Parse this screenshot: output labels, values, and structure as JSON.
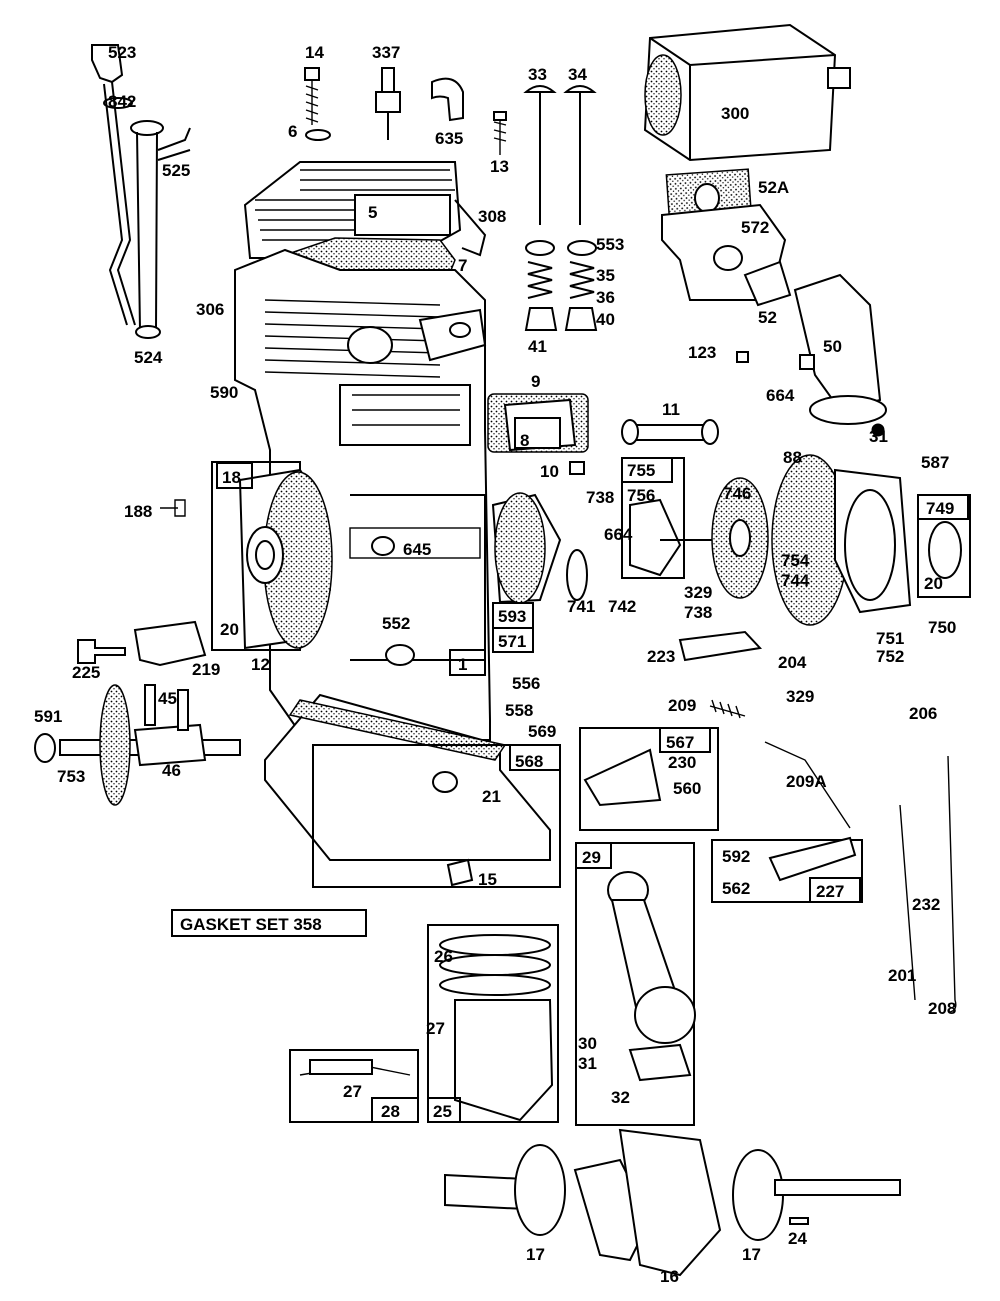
{
  "gasket_set": "GASKET SET 358",
  "part_labels": [
    "523",
    "842",
    "525",
    "524",
    "14",
    "6",
    "337",
    "635",
    "13",
    "33",
    "34",
    "300",
    "5",
    "308",
    "7",
    "306",
    "590",
    "553",
    "35",
    "36",
    "40",
    "41",
    "52A",
    "572",
    "52",
    "50",
    "123",
    "664",
    "31",
    "9",
    "8",
    "11",
    "10",
    "18",
    "188",
    "645",
    "755",
    "756",
    "746",
    "88",
    "587",
    "749",
    "738",
    "664",
    "754",
    "744",
    "20",
    "20",
    "593",
    "571",
    "741",
    "742",
    "329",
    "738",
    "750",
    "751",
    "752",
    "552",
    "1",
    "12",
    "225",
    "219",
    "223",
    "204",
    "329",
    "556",
    "591",
    "45",
    "558",
    "569",
    "753",
    "46",
    "209",
    "206",
    "567",
    "230",
    "560",
    "209A",
    "568",
    "21",
    "15",
    "29",
    "592",
    "562",
    "227",
    "232",
    "201",
    "208",
    "26",
    "27",
    "30",
    "31",
    "32",
    "27",
    "28",
    "25",
    "17",
    "17",
    "24",
    "16"
  ]
}
